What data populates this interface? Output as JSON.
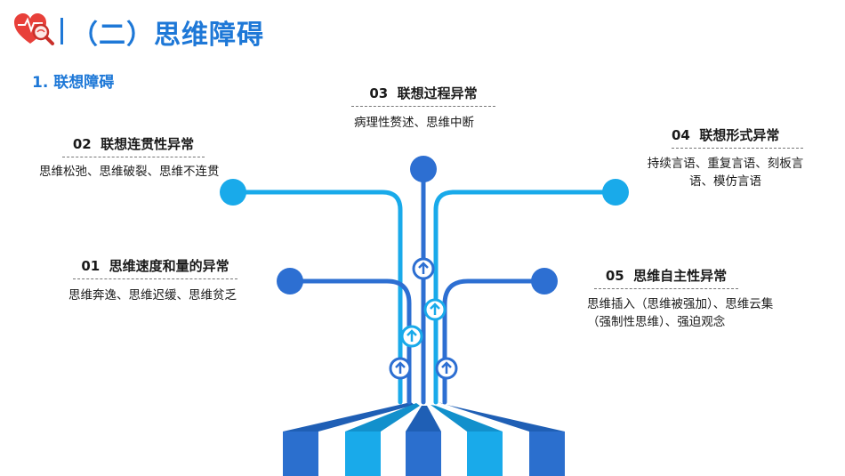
{
  "header": {
    "title": "（二）思维障碍",
    "subtitle": "1. 联想障碍"
  },
  "nodes": [
    {
      "id": "01",
      "num": "01",
      "title": "思维速度和量的异常",
      "desc": "思维奔逸、思维迟缓、思维贫乏"
    },
    {
      "id": "02",
      "num": "02",
      "title": "联想连贯性异常",
      "desc": "思维松弛、思维破裂、思维不连贯"
    },
    {
      "id": "03",
      "num": "03",
      "title": "联想过程异常",
      "desc": "病理性赘述、思维中断"
    },
    {
      "id": "04",
      "num": "04",
      "title": "联想形式异常",
      "desc": "持续言语、重复言语、刻板言语、模仿言语"
    },
    {
      "id": "05",
      "num": "05",
      "title": "思维自主性异常",
      "desc": "思维插入（思维被强加）、思维云集（强制性思维）、强迫观念"
    }
  ],
  "colors": {
    "primary": "#1e78d7",
    "dark": "#2d6fd2",
    "light": "#19aaea",
    "heart": "#e8403a"
  },
  "icons": {
    "logo": "heart-magnifier-icon",
    "arrow": "up-arrow-icon"
  }
}
